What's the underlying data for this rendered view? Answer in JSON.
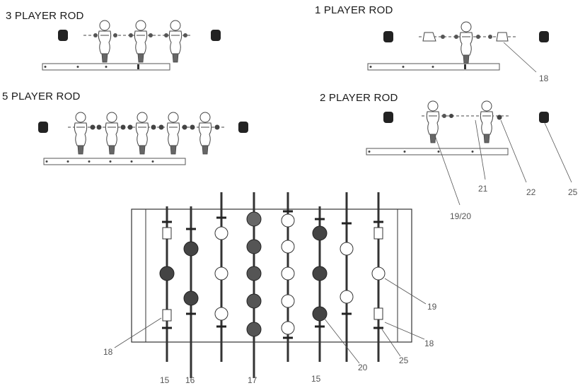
{
  "rod_titles": {
    "three": "3 PLAYER ROD",
    "one": "1 PLAYER ROD",
    "five": "5 PLAYER ROD",
    "two": "2 PLAYER ROD"
  },
  "callouts": {
    "one_rod_bumper": "18",
    "two_rod_players": "19/20",
    "two_rod_pin": "21",
    "two_rod_washer": "22",
    "two_rod_handle": "25",
    "table_bumper_left": "18",
    "table_rod_15a": "15",
    "table_rod_16": "16",
    "table_rod_17": "17",
    "table_rod_15b": "15",
    "table_player_20": "20",
    "table_handle_25": "25",
    "table_bumper_right": "18",
    "table_player_19": "19"
  },
  "colors": {
    "line": "#333333",
    "dark_player": "#4a4a4a",
    "handle": "#222222",
    "label": "#555555"
  }
}
